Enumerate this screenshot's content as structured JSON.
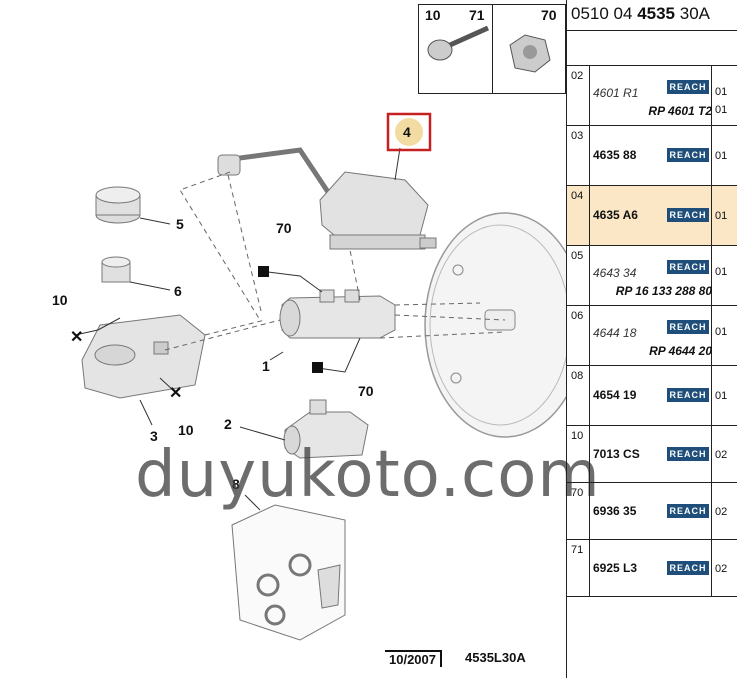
{
  "diagram": {
    "legend": {
      "left_a": "10",
      "left_b": "71",
      "right": "70"
    },
    "callouts": [
      "4",
      "5",
      "6",
      "10",
      "70",
      "1",
      "70",
      "3",
      "10",
      "2",
      "8"
    ],
    "watermark": "duyukoto.com",
    "footer": {
      "date": "10/2007",
      "code": "4535L30A"
    }
  },
  "parts": {
    "header": {
      "prefix": "0510 04",
      "bold": "4535",
      "suffix": "30A"
    },
    "reach_label": "REACH",
    "rows": [
      {
        "pos": "02",
        "ref": "4601 R1",
        "style": "italic",
        "rp": "RP 4601 T2",
        "qty1": "01",
        "qty2": "01"
      },
      {
        "pos": "03",
        "ref": "4635 88",
        "style": "bold",
        "rp": "",
        "qty1": "01",
        "qty2": ""
      },
      {
        "pos": "04",
        "ref": "4635 A6",
        "style": "bold",
        "rp": "",
        "qty1": "01",
        "qty2": ""
      },
      {
        "pos": "05",
        "ref": "4643 34",
        "style": "italic",
        "rp": "RP 16 133 288 80",
        "qty1": "01",
        "qty2": ""
      },
      {
        "pos": "06",
        "ref": "4644 18",
        "style": "italic",
        "rp": "RP 4644 20",
        "qty1": "01",
        "qty2": ""
      },
      {
        "pos": "08",
        "ref": "4654 19",
        "style": "bold",
        "rp": "",
        "qty1": "01",
        "qty2": ""
      },
      {
        "pos": "10",
        "ref": "7013 CS",
        "style": "bold",
        "rp": "",
        "qty1": "02",
        "qty2": ""
      },
      {
        "pos": "70",
        "ref": "6936 35",
        "style": "bold",
        "rp": "",
        "qty1": "02",
        "qty2": ""
      },
      {
        "pos": "71",
        "ref": "6925 L3",
        "style": "bold",
        "rp": "",
        "qty1": "02",
        "qty2": ""
      }
    ]
  }
}
